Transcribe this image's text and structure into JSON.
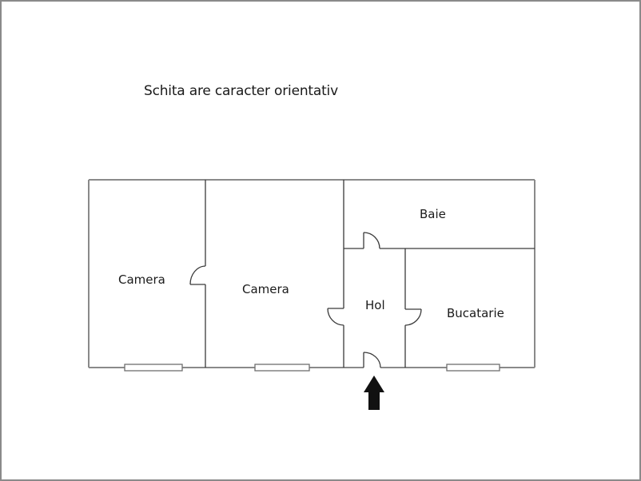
{
  "caption": "Schita are caracter orientativ",
  "plan": {
    "rooms": [
      {
        "id": "camera-1",
        "label": "Camera"
      },
      {
        "id": "camera-2",
        "label": "Camera"
      },
      {
        "id": "baie",
        "label": "Baie"
      },
      {
        "id": "hol",
        "label": "Hol"
      },
      {
        "id": "bucatarie",
        "label": "Bucatarie"
      }
    ],
    "entrance_icon": "arrow-up-icon",
    "colors": {
      "outer_wall": "#8a8a8a",
      "inner_wall": "#3a3a3a",
      "window": "#6e6e6e",
      "arrow": "#111111"
    }
  }
}
